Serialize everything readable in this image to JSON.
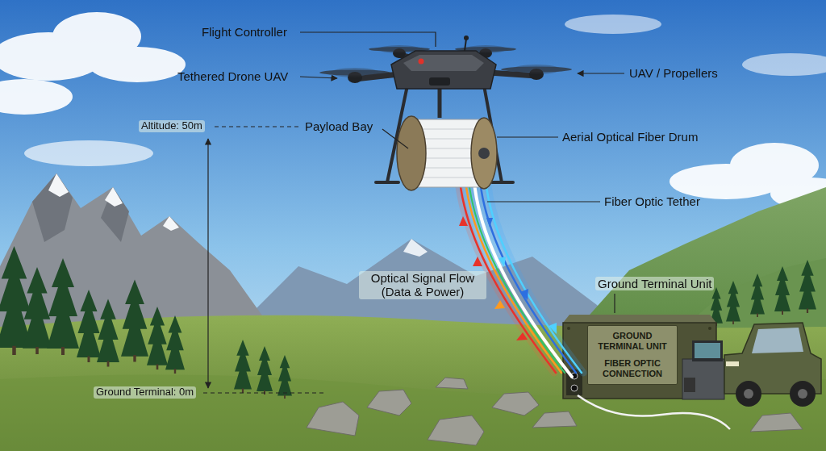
{
  "diagram": {
    "nodes": [
      {
        "text": [
          "GROUND TERMINAL UNIT",
          "FIBER OPTIC CONNECTION"
        ]
      }
    ],
    "labels": [
      "Flight Controller",
      "Tethered Drone UAV",
      "UAV / Propellers",
      "Altitude: 50m",
      "Payload Bay",
      "Aerial Optical Fiber Drum",
      "Fiber Optic Tether",
      "Optical Signal Flow (Data & Power)",
      "Ground Terminal Unit",
      "Ground Terminal: 0m"
    ]
  }
}
